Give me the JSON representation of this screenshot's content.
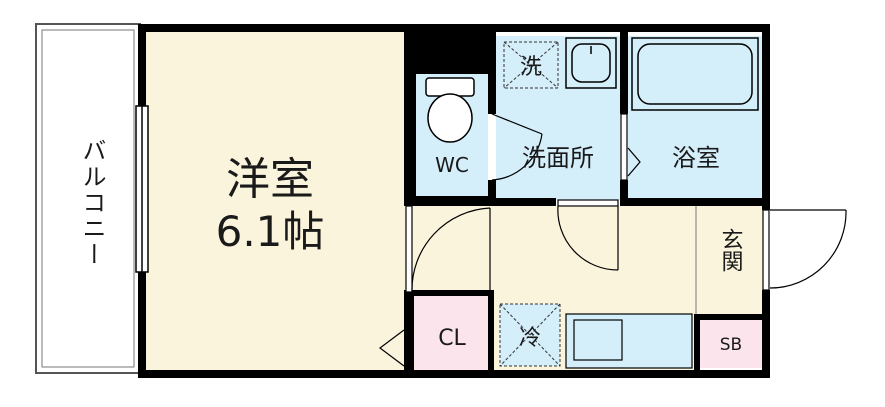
{
  "floorplan": {
    "balcony_label": "バルコニー",
    "western_room": {
      "name": "洋室",
      "size": "6.1帖"
    },
    "wc_label": "WC",
    "washroom_label": "洗面所",
    "washer_label": "洗",
    "bathroom_label": "浴室",
    "entrance_label": "玄関",
    "closet_label": "CL",
    "fridge_label": "冷",
    "shoebox_label": "SB"
  },
  "colors": {
    "wall": "#000000",
    "western_room_floor": "#fbf4dc",
    "wet_area_floor": "#d4eefa",
    "closet_floor": "#fbe4ec",
    "kitchen_floor": "#fbf4dc",
    "balcony": "#ffffff"
  }
}
